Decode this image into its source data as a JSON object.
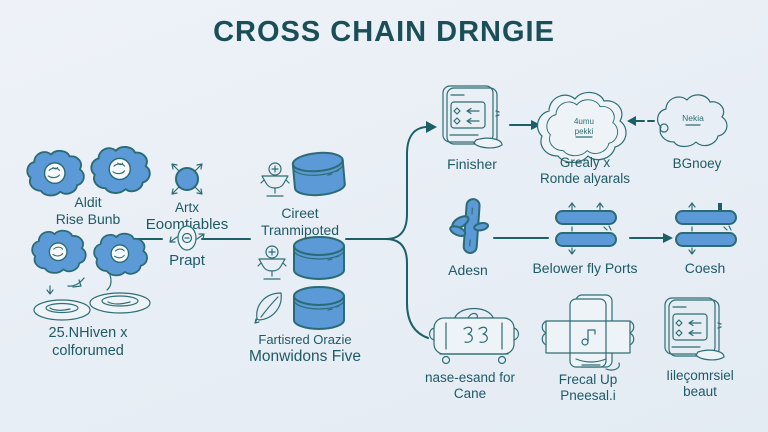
{
  "title": "CROSS CHAIN DRNGIE",
  "colors": {
    "background": "#e9eef5",
    "title_text": "#1b4f58",
    "label_text": "#1e5a66",
    "icon_outline": "#2e6e74",
    "icon_fill_blue": "#5b9ad7",
    "connector": "#1d5f66"
  },
  "left": {
    "clouds_top": {
      "line1": "Aldit",
      "line2": "Rise Bunb"
    },
    "clouds_bottom": {
      "line1": "25.NHiven x",
      "line2": "colforumed"
    }
  },
  "middle": {
    "node": {
      "line1": "Artx",
      "line2": "Eoomtiables"
    },
    "coin": {
      "label": "Prapt"
    },
    "database_top": {
      "line1": "Cireet",
      "line2": "Tranmipoted"
    },
    "database_bottom": {
      "line1": "Fartisred Orazie",
      "line2": "Monwidons Five"
    }
  },
  "right": {
    "finisher": {
      "label": "Finisher"
    },
    "cloud_double": {
      "text1": "4umu",
      "text2": "pekki",
      "line1": "Grealy x",
      "line2": "Ronde alyarals"
    },
    "cloud_single": {
      "text": "Nekia",
      "label": "BGnoey"
    },
    "adesn": {
      "label": "Adesn"
    },
    "ports": {
      "label": "Belower fly Ports"
    },
    "coesh": {
      "label": "Coesh"
    },
    "sofa": {
      "line1": "nase-esand for",
      "line2": "Cane"
    },
    "parcel": {
      "line1": "Frecal Up",
      "line2": "Pneesal.i"
    },
    "clipboard2": {
      "line1": "Iileçomrsiel",
      "line2": "beaut"
    }
  }
}
